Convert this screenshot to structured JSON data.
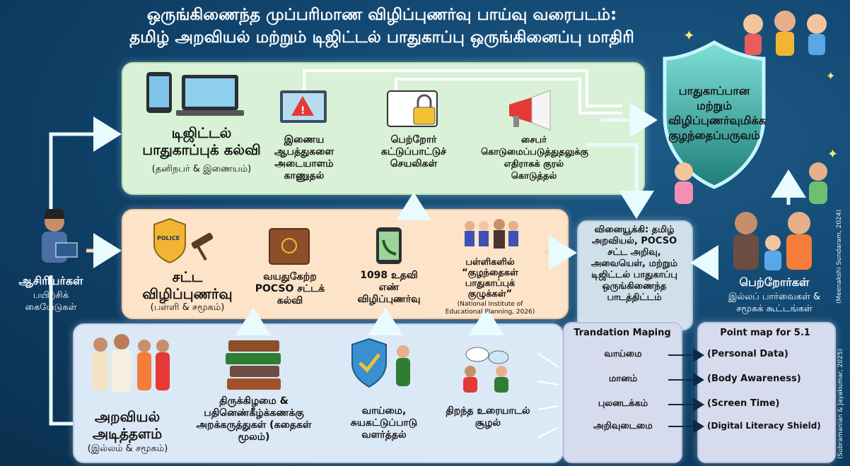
{
  "title": {
    "line1": "ஒருங்கிணைந்த முப்பரிமாண விழிப்புணர்வு பாய்வு வரைபடம்:",
    "line2": "தமிழ் அறவியல் மற்றும் டிஜிட்டல் பாதுகாப்பு ஒருங்கினைப்பு மாதிரி"
  },
  "digital": {
    "heading": "டிஜிட்டல் பாதுகாப்புக் கல்வி",
    "sub": "(தனிநபர் & இணையம்)",
    "item1": "இணைய ஆபத்துகளை அடையாளம் காணுதல்",
    "item2": "பெற்றோர் கட்டுப்பாட்டுச் செயலிகள்",
    "item3": "சைபர் கொடுமைப்படுத்துதலுக்கு எதிராகக் குரல் கொடுத்தல்"
  },
  "shield": {
    "text": "பாதுகாப்பான மற்றும் விழிப்புணர்வுமிக்க குழந்தைப்பருவம்"
  },
  "legal": {
    "heading": "சட்ட விழிப்புணர்வு",
    "sub": "(பள்ளி & சமூகம்)",
    "item1": "வயதுகேற்ற POCSO சட்டக் கல்வி",
    "item2": "1098 உதவி எண் விழிப்புணர்வு",
    "item3": "பள்ளிகளில் “குழந்தைகள் பாதுகாப்புக் குழுக்கள்”",
    "citation": "(National Institute of Educational Planning, 2026)",
    "badge": "POLICE"
  },
  "teachers": {
    "label": "ஆசிரியர்கள்",
    "sub": "பயிற்சிக் கையேடுகள்"
  },
  "catalyst": {
    "text": "வினையூக்கி: தமிழ் அறவியல், POCSO சட்ட அறிவு, அவையெள், மற்றும் டிஜிட்டல் பாதுகாப்பு ஒருங்கிணைந்த பாடத்திட்டம்"
  },
  "parents": {
    "label": "பெற்றோர்கள்",
    "sub": "இல்லப் பார்வைகள் & சமூகக் கூட்டங்கள்"
  },
  "ethics": {
    "heading": "அறவியல் அடித்தளம்",
    "sub": "(இல்லம் & சமூகம்)",
    "item1": "திருக்கிழமை & பதினெண்கீழ்க்கணக்கு அறக்கருத்துகள் (கதைகள் மூலம்)",
    "item2": "வாய்மை, சுயகட்டுப்பாடு வளர்த்தல்",
    "item3": "திறந்த உரையாடல் சூழல்"
  },
  "mapping": {
    "title": "Trandation Maping",
    "items": [
      "வாய்மை",
      "மானம்",
      "புலனடக்கம்",
      "அறிவுடைமை"
    ]
  },
  "pointmap": {
    "title": "Point map for 5.1",
    "items": [
      "(Personal Data)",
      "(Body Awareness)",
      "(Screen Time)",
      "(Digital Literacy Shield)"
    ]
  },
  "credits": {
    "side1": "(Meenakshi Sundaram, 2024)",
    "side2": "(Subramanian & Jayakumar, 2025)"
  },
  "colors": {
    "arrow": "#e8fbff",
    "shield": "#2f9c95",
    "green_panel": "#d9f1d6",
    "orange_panel": "#fde3c8",
    "blue_panel": "#dbe8f6"
  }
}
